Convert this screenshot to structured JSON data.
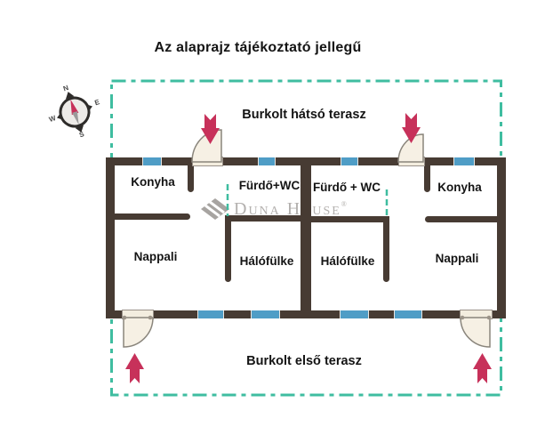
{
  "title": "Az alaprajz tájékoztató jellegű",
  "compass": {
    "north": "N",
    "east": "E",
    "south": "S",
    "west": "W"
  },
  "terraces": {
    "back": "Burkolt hátsó terasz",
    "front": "Burkolt első terasz"
  },
  "rooms": {
    "left_unit": {
      "kitchen": "Konyha",
      "bathroom": "Fürdő+WC",
      "living": "Nappali",
      "alcove": "Hálófülke"
    },
    "right_unit": {
      "bathroom": "Fürdő + WC",
      "kitchen": "Konyha",
      "alcove": "Hálófülke",
      "living": "Nappali"
    }
  },
  "watermark": {
    "brand": "Duna House",
    "registered": "®"
  },
  "colors": {
    "wall": "#473b33",
    "window": "#4f9dc6",
    "plot_boundary": "#3fbda0",
    "entrance_arrow": "#c7315a",
    "door_fill": "#f6f0e4",
    "watermark": "#b3b0ae"
  }
}
